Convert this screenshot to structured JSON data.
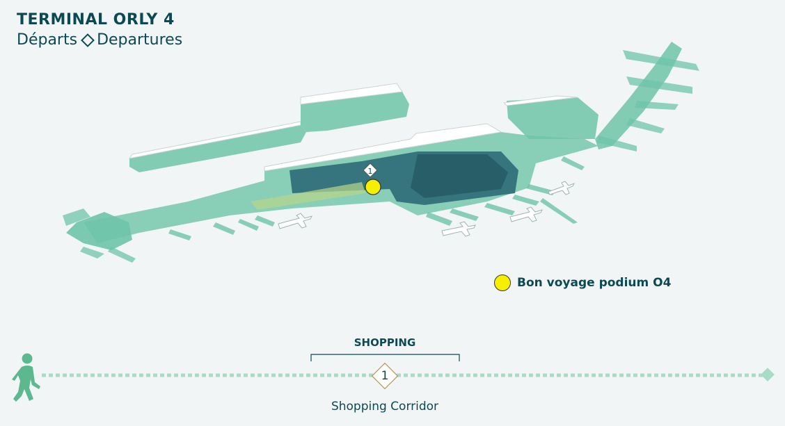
{
  "header": {
    "title": "TERMINAL ORLY 4",
    "subtitle_fr": "Départs",
    "subtitle_en": "Departures"
  },
  "map": {
    "marker_number": "1",
    "colors": {
      "terminal": "#6ec4a8",
      "terminal_dark": "#2f6e77",
      "zone_dark": "#1f4e5a",
      "marker": "#f6ef00",
      "text": "#0b4a52"
    }
  },
  "legend": {
    "items": [
      {
        "label": "Bon voyage podium O4",
        "color": "#f6ef00",
        "icon": "yellow-circle"
      }
    ]
  },
  "timeline": {
    "section_label": "SHOPPING",
    "step_number": "1",
    "step_label": "Shopping Corridor",
    "walker_icon": "walking-person-icon",
    "end_icon": "diamond-end-icon"
  }
}
